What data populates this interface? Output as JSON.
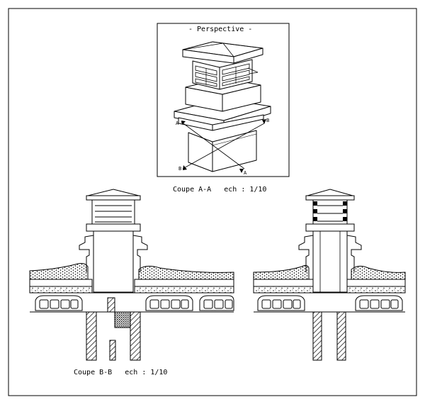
{
  "perspective": {
    "title": "- Perspective -",
    "marker_a": "A",
    "marker_b": "B"
  },
  "section_aa": {
    "caption": "Coupe A-A   ech : 1/10"
  },
  "section_bb": {
    "caption": "Coupe B-B   ech : 1/10"
  },
  "colors": {
    "ink": "#000000",
    "paper": "#ffffff"
  }
}
